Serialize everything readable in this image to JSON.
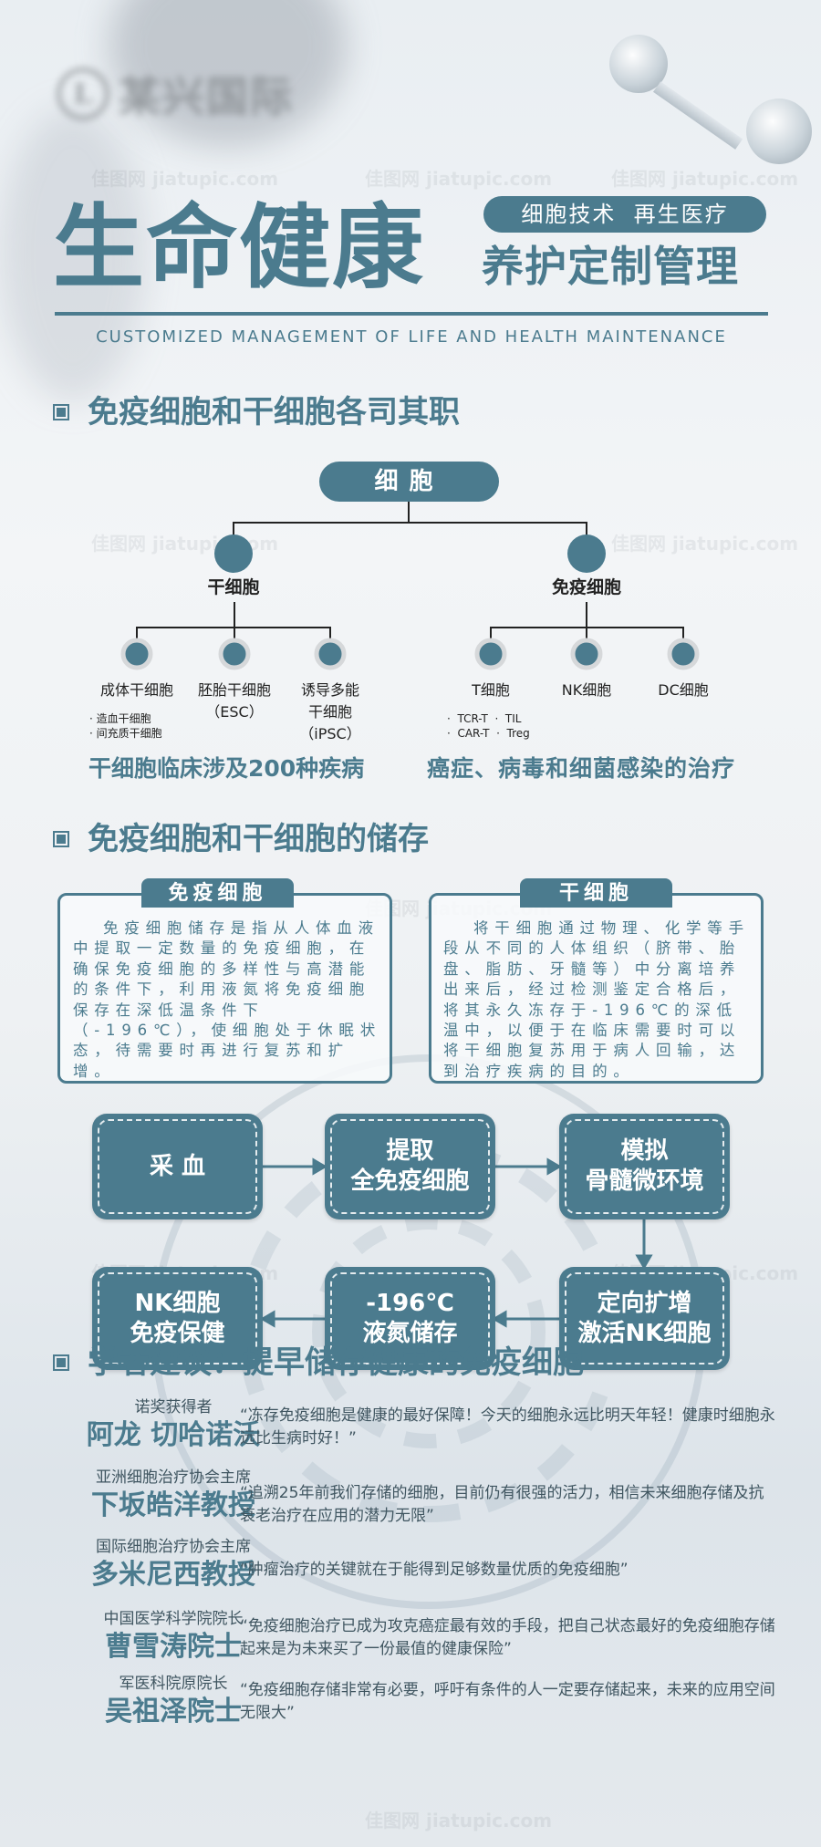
{
  "brand": {
    "logo_text": "某兴国际",
    "logo_mark": "L"
  },
  "watermark": "佳图网 jiatupic.com",
  "colors": {
    "accent": "#4b7b8e",
    "background": "#eef1f4"
  },
  "header": {
    "title": "生命健康",
    "pill": "细胞技术  再生医疗",
    "subtitle": "养护定制管理",
    "english": "CUSTOMIZED MANAGEMENT OF LIFE AND HEALTH MAINTENANCE"
  },
  "section1": {
    "heading": "免疫细胞和干细胞各司其职",
    "root": "细胞",
    "branches": [
      {
        "label": "干细胞",
        "children": [
          {
            "label": "成体干细胞",
            "extra": [
              "· 造血干细胞",
              "· 间充质干细胞"
            ]
          },
          {
            "label": "胚胎干细胞",
            "sub": "（ESC）"
          },
          {
            "label": "诱导多能",
            "sub": "干细胞",
            "sub2": "（iPSC）"
          }
        ],
        "summary": "干细胞临床涉及200种疾病"
      },
      {
        "label": "免疫细胞",
        "children": [
          {
            "label": "T细胞",
            "extra": [
              "·  TCR-T  ·  TIL",
              "·  CAR-T  ·  Treg"
            ]
          },
          {
            "label": "NK细胞"
          },
          {
            "label": "DC细胞"
          }
        ],
        "summary": "癌症、病毒和细菌感染的治疗"
      }
    ]
  },
  "section2": {
    "heading": "免疫细胞和干细胞的储存",
    "boxes": [
      {
        "tab": "免疫细胞",
        "text": "免疫细胞储存是指从人体血液中提取一定数量的免疫细胞，在确保免疫细胞的多样性与高潜能的条件下，利用液氮将免疫细胞保存在深低温条件下（-196℃），使细胞处于休眠状态，待需要时再进行复苏和扩增。"
      },
      {
        "tab": "干细胞",
        "text": "将干细胞通过物理、化学等手段从不同的人体组织（脐带、胎盘、脂肪、牙髓等）中分离培养出来后，经过检测鉴定合格后，将其永久冻存于-196℃的深低温中，以便于在临床需要时可以将干细胞复苏用于病人回输，达到治疗疾病的目的。"
      }
    ],
    "flow": [
      "采 血",
      "提取\n全免疫细胞",
      "模拟\n骨髓微环境",
      "定向扩增\n激活NK细胞",
      "-196℃\n液氮储存",
      "NK细胞\n免疫保健"
    ]
  },
  "section3": {
    "heading": "学者建议：提早储存健康的免疫细胞",
    "experts": [
      {
        "title": "诺奖获得者",
        "name": "阿龙 切哈诺沃",
        "quote": "“冻存免疫细胞是健康的最好保障！今天的细胞永远比明天年轻！健康时细胞永远比生病时好！”"
      },
      {
        "title": "亚洲细胞治疗协会主席",
        "name": "下坂皓洋教授",
        "quote": "“追溯25年前我们存储的细胞，目前仍有很强的活力，相信未来细胞存储及抗衰老治疗在应用的潜力无限”"
      },
      {
        "title": "国际细胞治疗协会主席",
        "name": "多米尼西教授",
        "quote": "“肿瘤治疗的关键就在于能得到足够数量优质的免疫细胞”"
      },
      {
        "title": "中国医学科学院院长",
        "name": "曹雪涛院士",
        "quote": "“免疫细胞治疗已成为攻克癌症最有效的手段，把自己状态最好的免疫细胞存储起来是为未来买了一份最值的健康保险”"
      },
      {
        "title": "军医科院原院长",
        "name": "吴祖泽院士",
        "quote": "“免疫细胞存储非常有必要，呼吁有条件的人一定要存储起来，未来的应用空间无限大”"
      }
    ]
  }
}
